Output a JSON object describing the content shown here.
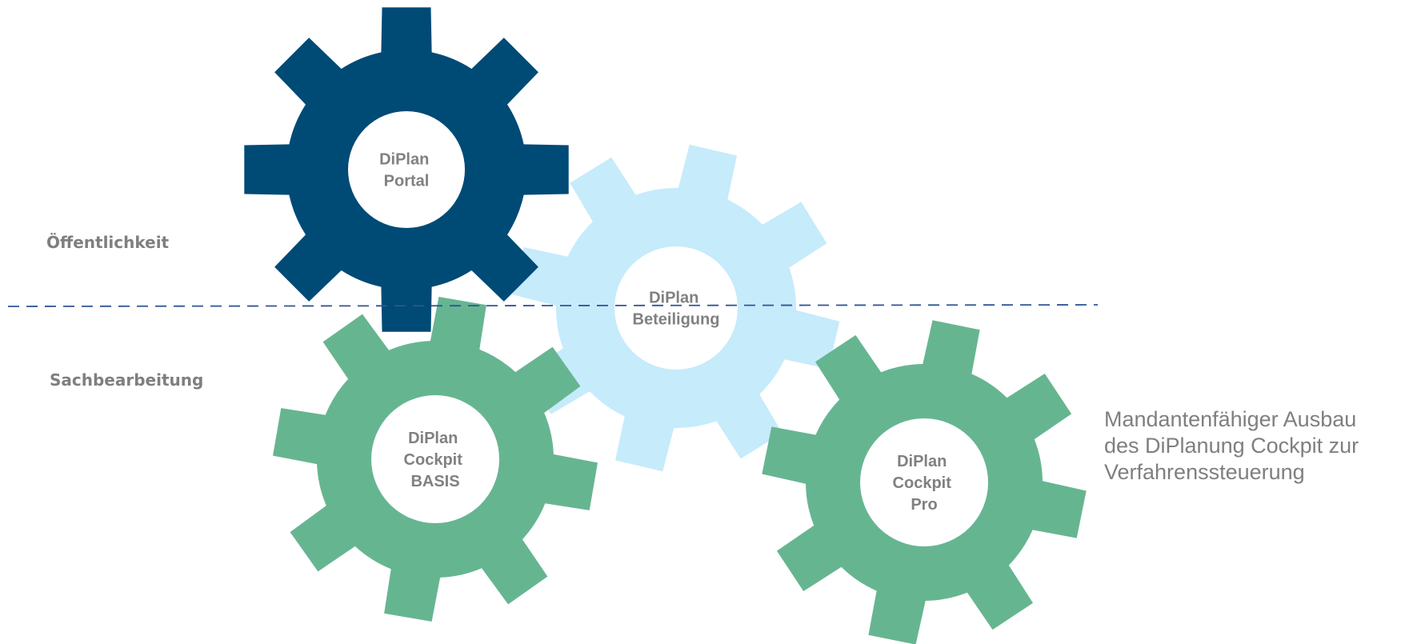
{
  "labels": {
    "public": "Öffentlichkeit",
    "internal": "Sachbearbeitung"
  },
  "gears": [
    {
      "id": "portal",
      "lines": [
        "DiPlan",
        "Portal"
      ],
      "color": "#004a76"
    },
    {
      "id": "beteiligung",
      "lines": [
        "DiPlan",
        "Beteiligung"
      ],
      "color": "#c6ebfb"
    },
    {
      "id": "cockpit-basis",
      "lines": [
        "DiPlan",
        "Cockpit",
        "BASIS"
      ],
      "color": "#66b591"
    },
    {
      "id": "cockpit-pro",
      "lines": [
        "DiPlan",
        "Cockpit",
        "Pro"
      ],
      "color": "#66b591"
    }
  ],
  "note": {
    "lines": [
      "Mandantenfähiger Ausbau",
      "des DiPlanung Cockpit zur",
      "Verfahrenssteuerung"
    ]
  },
  "divider": {
    "color": "#2f5597",
    "style": "dashed"
  }
}
